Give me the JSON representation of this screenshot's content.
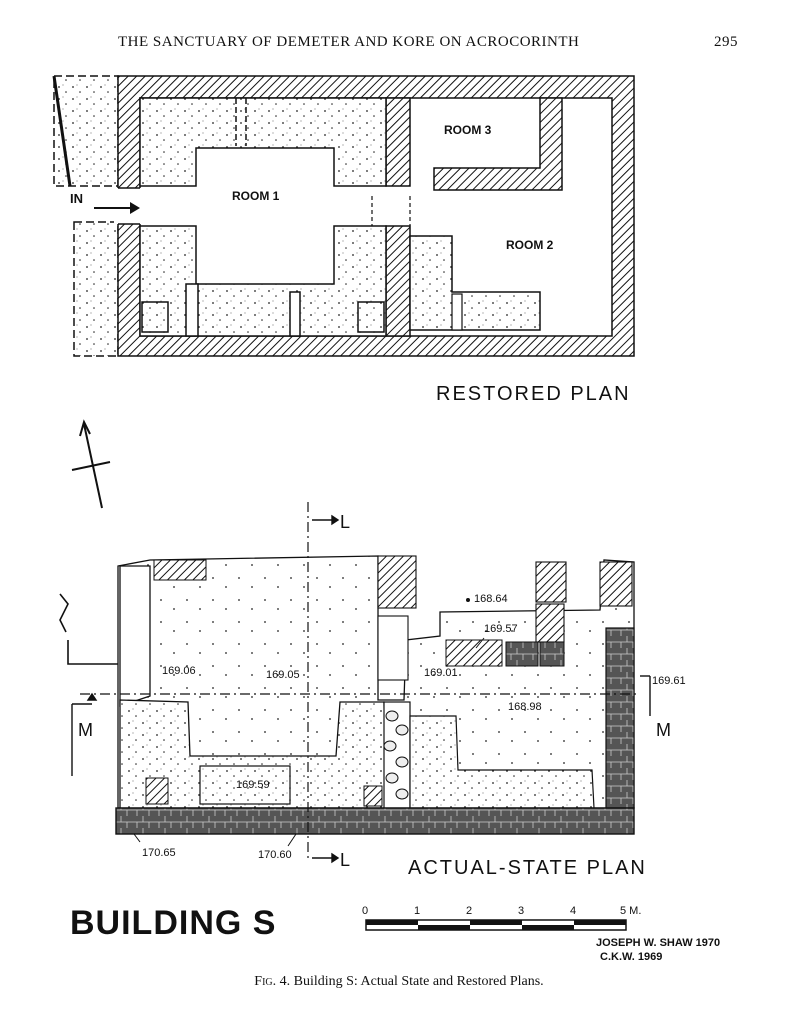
{
  "header": {
    "running_title": "THE SANCTUARY OF DEMETER AND KORE ON ACROCORINTH",
    "page_number": "295"
  },
  "restored_plan": {
    "title": "RESTORED PLAN",
    "entrance": "IN",
    "rooms": {
      "room1": "ROOM 1",
      "room2": "ROOM 2",
      "room3": "ROOM 3"
    }
  },
  "actual_plan": {
    "title": "ACTUAL-STATE PLAN",
    "section_l_top": "L",
    "section_l_bottom": "L",
    "section_m_left": "M",
    "section_m_right": "M",
    "elevations": {
      "e169_06": "169.06",
      "e169_05": "169.05",
      "e169_01": "169.01",
      "e168_64": "168.64",
      "e169_57": "169.57",
      "e168_98": "168.98",
      "e169_61": "169.61",
      "e169_59": "169.59",
      "e170_65": "170.65",
      "e170_60": "170.60"
    }
  },
  "building_label": "BUILDING S",
  "scale": {
    "ticks": [
      "0",
      "1",
      "2",
      "3",
      "4",
      "5 M."
    ]
  },
  "credits": {
    "line1": "JOSEPH W. SHAW 1970",
    "line2": "C.K.W. 1969"
  },
  "caption": {
    "fig": "Fig. 4.",
    "text": "Building S: Actual State and Restored Plans."
  }
}
